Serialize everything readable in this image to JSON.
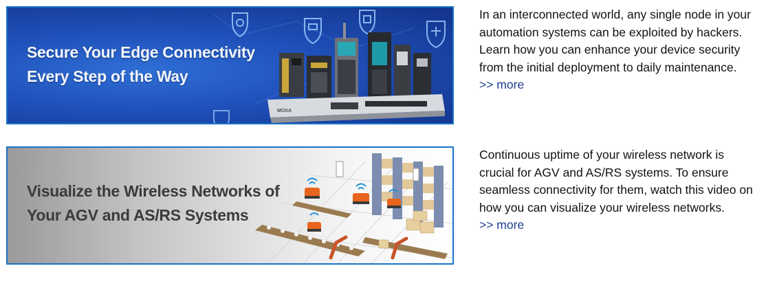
{
  "cards": [
    {
      "banner_line1": "Secure Your Edge Connectivity",
      "banner_line2": "Every Step of the Way",
      "device_brand": "MOXA",
      "description": "In an interconnected world, any single node in your automation systems can be exploited by hackers. Learn how you can enhance your device security from the initial deployment to daily maintenance.",
      "more_label": ">> more",
      "icons": [
        "shield-globe-icon",
        "shield-mail-icon",
        "shield-device-icon",
        "shield-network-icon",
        "shield-cloud-icon"
      ]
    },
    {
      "banner_line1": "Visualize the Wireless Networks of",
      "banner_line2": "Your AGV and AS/RS Systems",
      "description": "Continuous uptime of your wireless network is crucial for AGV and AS/RS systems. To ensure seamless connectivity for them, watch this video on how you can visualize your wireless networks.",
      "more_label": ">> more"
    }
  ],
  "colors": {
    "banner_border": "#1a73c8",
    "link": "#1d3f8f",
    "banner1_bg": "#1f4fb8",
    "robot_orange": "#e8641c"
  }
}
